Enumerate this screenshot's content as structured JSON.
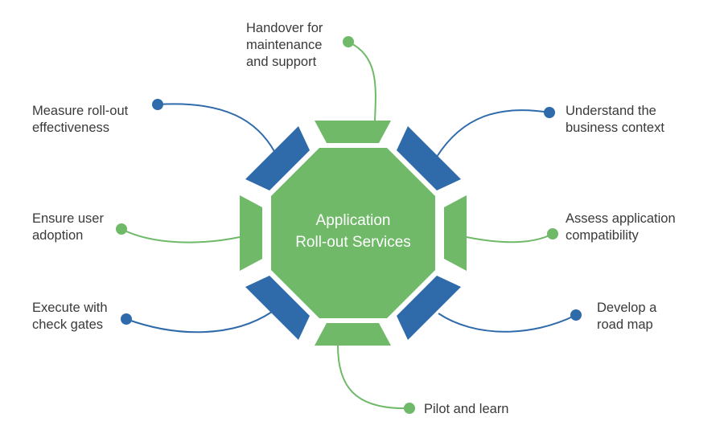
{
  "center": {
    "line1": "Application",
    "line2": "Roll-out Services",
    "color": "#6fb968"
  },
  "colors": {
    "green": "#6fb968",
    "blue": "#2f6aab",
    "text": "#3a3a3a"
  },
  "items": [
    {
      "id": "handover",
      "text": "Handover for\nmaintenance\nand support",
      "color": "green"
    },
    {
      "id": "understand",
      "text": "Understand the\nbusiness context",
      "color": "blue"
    },
    {
      "id": "assess",
      "text": "Assess application\ncompatibility",
      "color": "green"
    },
    {
      "id": "develop",
      "text": "Develop a\nroad map",
      "color": "blue"
    },
    {
      "id": "pilot",
      "text": "Pilot and learn",
      "color": "green"
    },
    {
      "id": "execute",
      "text": "Execute with\ncheck gates",
      "color": "blue"
    },
    {
      "id": "ensure",
      "text": "Ensure user\nadoption",
      "color": "green"
    },
    {
      "id": "measure",
      "text": "Measure roll-out\neffectiveness",
      "color": "blue"
    }
  ]
}
